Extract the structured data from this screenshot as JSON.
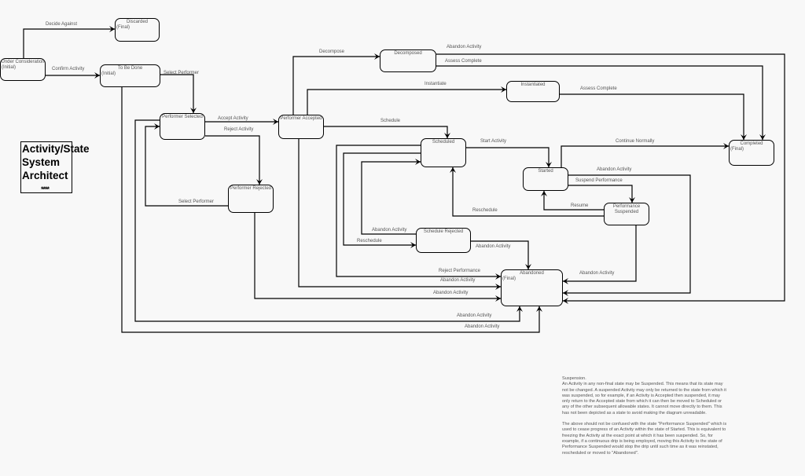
{
  "title": "Activity/State System Architect",
  "title_decoration": "****",
  "states": [
    {
      "id": "under-consideration",
      "name": "Under Consideration",
      "sub": "(Initial)"
    },
    {
      "id": "discarded",
      "name": "Discarded",
      "sub": "(Final)"
    },
    {
      "id": "to-be-done",
      "name": "To Be Done",
      "sub": "(Initial)"
    },
    {
      "id": "performer-selected",
      "name": "Performer Selected",
      "sub": ""
    },
    {
      "id": "performer-rejected",
      "name": "Performer Rejected",
      "sub": ""
    },
    {
      "id": "performer-accepted",
      "name": "Performer Accepted",
      "sub": ""
    },
    {
      "id": "decomposed",
      "name": "Decomposed",
      "sub": ""
    },
    {
      "id": "instantiated",
      "name": "Instantiated",
      "sub": ""
    },
    {
      "id": "scheduled",
      "name": "Scheduled",
      "sub": ""
    },
    {
      "id": "started",
      "name": "Started",
      "sub": ""
    },
    {
      "id": "performance-suspended",
      "name": "Performance Suspended",
      "sub": ""
    },
    {
      "id": "schedule-rejected",
      "name": "Schedule Rejected",
      "sub": ""
    },
    {
      "id": "abandoned",
      "name": "Abandoned",
      "sub": "(Final)"
    },
    {
      "id": "completed",
      "name": "Completed",
      "sub": "(Final)"
    }
  ],
  "transitions": [
    "Decide Against",
    "Confirm Activity",
    "Select Performer",
    "Accept Activity",
    "Reject Activity",
    "Select Performer",
    "Decompose",
    "Instantiate",
    "Schedule",
    "Start Activity",
    "Abandon Activity",
    "Assess Complete",
    "Assess Complete",
    "Continue Normally",
    "Abandon Activity",
    "Suspend Performance",
    "Resume",
    "Reschedule",
    "Abandon Activity",
    "Reschedule",
    "Reject Performance",
    "Abandon Activity",
    "Abandon Activity",
    "Abandon Activity",
    "Abandon Activity",
    "Abandon Activity",
    "Abandon Activity"
  ],
  "notes": {
    "heading": "Suspension.",
    "para1": "An Activity in any non-final state may be Suspended. This means that its state may not be changed. A suspended Activity may only be returned to the state from which it was suspended, so for example, if an Activity is Accepted then suspended, it may only return to the Accepted state from which it can then be moved to Scheduled or any of the other subsequent allowable states. It cannot move directly to them. This has not been depicted as a state to avoid making the diagram unreadable.",
    "para2": "The above should not be confused with the state \"Performance Suspended\" which is used to cease progress of an Activity within the state of Started. This is equivalent to freezing the Activity at the exact point at which it has been suspended. So, for example, if a continuous drip is being employed, moving this Activity to the state of Performance Suspended would stop the drip until such time as it was reinstated, rescheduled or moved to \"Abandoned\"."
  }
}
